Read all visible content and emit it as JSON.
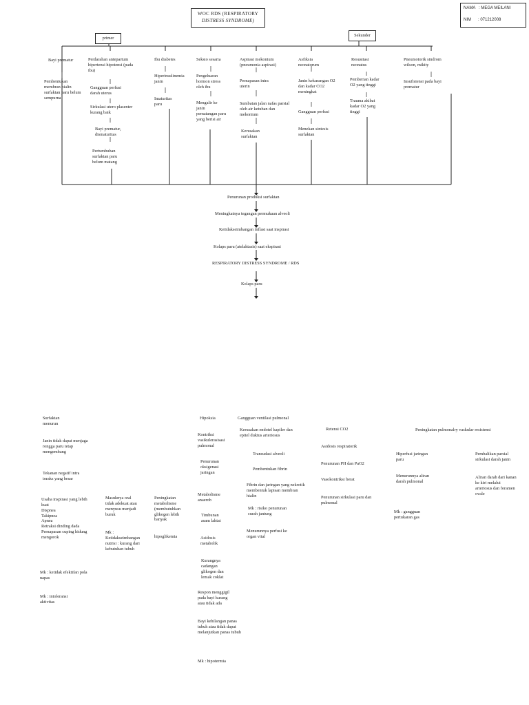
{
  "header": {
    "title_line1": "WOC RDS (RESPIRATORY",
    "title_line2": "DISTRESS SYNDROME)"
  },
  "identity": {
    "name_row": "NAMA   : MEGA MEILANI",
    "nim_row": "NIM      : 071212008"
  },
  "categories": {
    "primary": "primer",
    "secondary": "Sekunder"
  },
  "columns": {
    "c1": [
      "Bayi prematur",
      "Pembentukan membran hialin surfaktan paru belum sempurna"
    ],
    "c2": [
      "Perdarahan antepartum hipertensi hipotensi (pada ibu)",
      "Gangguan perfusi darah uterus",
      "Sirkulasi utero plasenter kurang baik",
      "Bayi prematur, dismaturitas",
      "Pertumbuhan surfaktan paru belum matang"
    ],
    "c3": [
      "Ibu diabetes",
      "Hiperinsulinemia janin",
      "Imaturitas paru"
    ],
    "c4": [
      "Seksio sesaria",
      "Pengeluaran hormon stress oleh ibu",
      "Mengalir ke janin pematangan paru yang berisi air"
    ],
    "c5": [
      "Aspirasi mekonium (pneumonia aspirasi)",
      "Pernapasan intra uterin",
      "Sumbatan jalan nafas parsial oleh air ketuban dan mekonium",
      "Kerusakan surfaktan"
    ],
    "c6": [
      "Asfiksia neonatorum",
      "Janin kekurangan O2 dan kadar CO2 meningkat",
      "Gangguan perfusi",
      "Menekan sintesis surfaktan"
    ],
    "c7": [
      "Resusitasi neonatus",
      "Pemberian kadar O2 yang tinggi",
      "Trauma akibat kadar O2 yang tinggi"
    ],
    "c8": [
      "Pneumotorik sindrom wilson, mikity",
      "Insufisiensi pada bayi prematur"
    ]
  },
  "center_chain": [
    "Penurunan produksi surfaktan",
    "Meningkatnya tegangan permukaan alveoli",
    "Ketidakseimbangan inflasi saat inspirasi",
    "Kolaps paru (atelaktasis) saat ekspirasi",
    "RESPIRATORY DISTRESS SYNDROME / RDS",
    "Kolaps paru"
  ],
  "bottom": {
    "b1": [
      "Surfaktan menurun",
      "Janin tidak dapat menjaga rongga paru tetap mengembang",
      "Tekanan negatif intra toraks yang besar",
      "Usaha inspirasi yang lebih kuat\nDispnea\nTakipnea\nApnea\nRetraksi dinding dada\nPernapasan cuping hidung\nmengorok",
      "Mk : ketidak efektifan pola napas",
      "Mk : intoleransi aktivitas"
    ],
    "b2": [
      "Masuknya oral tidak adekuat atau menyusu menjadi buruk",
      "Mk : Ketidakseimbangan nutrisi : kurang dari kebutuhan tubuh"
    ],
    "b3": [
      "Peningkatan metabolisme (membutuhkan glikogen lebih banyak",
      "hipoglikemia"
    ],
    "b4": [
      "Hipoksia",
      "Kontriksi vasikulerasisasi pulmonal",
      "Penurunan oksigenasi jaringan",
      "Metabolisme anaerob",
      "Timbunan asam laktat",
      "Asidosis metabolik",
      "Kurangnya cadangan glikogen dan lemak coklat",
      "Respon menggigil pada bayi kurang atau tidak ada",
      "Bayi kehilangan panas tubuh atau tidak dapat melanjutkan panas tubuh",
      "Mk : hipotermia"
    ],
    "b5": [
      "Gangguan ventilasi pulmonal",
      "Kerusakan endotel kapiler dan epitel duktus arteriosus",
      "Transudasi alveoli",
      "Pembentukan fibrin",
      "Fibrin dan jaringan yang nekrotik membentuk lapisan membran hialin",
      "Mk : risiko penurunan curah jantung",
      "Menurunnya perfusi ke organ vital"
    ],
    "b6": [
      "Retensi CO2",
      "Asidosis respiratorik",
      "Penurunan PH dan PaO2",
      "Vasokontriksi berat",
      "Penurunan sirkulasi paru dan pulmonal"
    ],
    "b7": [
      "Peningkatan pulmonalry vaskular resistensi",
      "Hiperfusi jaringan paru",
      "Menurunnya aliran darah pulmonal",
      "Mk : gangguan pertukaran gas",
      "Pembalikan parsial sirkulasi darah janin",
      "Aliran darah dari kanan ke kiri melalui arteriosus dan foramen ovale"
    ]
  }
}
